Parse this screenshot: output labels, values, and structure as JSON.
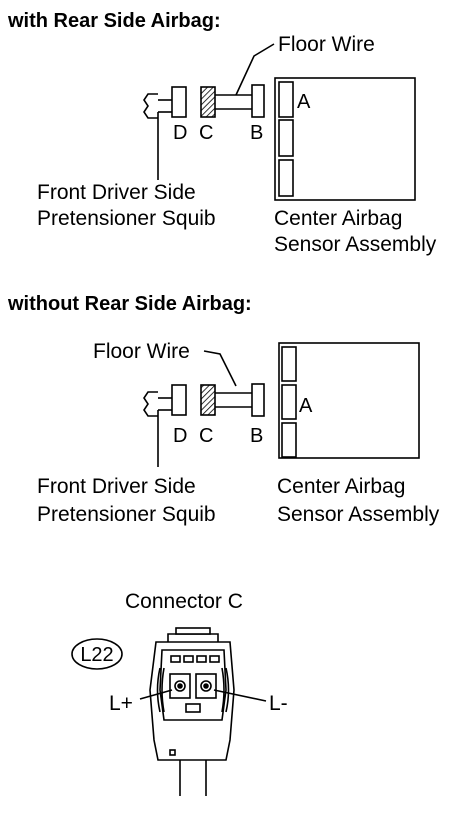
{
  "sections": [
    {
      "heading": "with Rear Side Airbag:",
      "floor_wire": "Floor Wire",
      "letters": {
        "d": "D",
        "c": "C",
        "b": "B",
        "a": "A"
      },
      "squib_line1": "Front Driver Side",
      "squib_line2": "Pretensioner Squib",
      "sensor_line1": "Center Airbag",
      "sensor_line2": "Sensor Assembly"
    },
    {
      "heading": "without Rear Side Airbag:",
      "floor_wire": "Floor Wire",
      "letters": {
        "d": "D",
        "c": "C",
        "b": "B",
        "a": "A"
      },
      "squib_line1": "Front Driver Side",
      "squib_line2": "Pretensioner Squib",
      "sensor_line1": "Center Airbag",
      "sensor_line2": "Sensor Assembly"
    }
  ],
  "connector": {
    "title": "Connector C",
    "code": "L22",
    "pin_plus": "L+",
    "pin_minus": "L-"
  }
}
